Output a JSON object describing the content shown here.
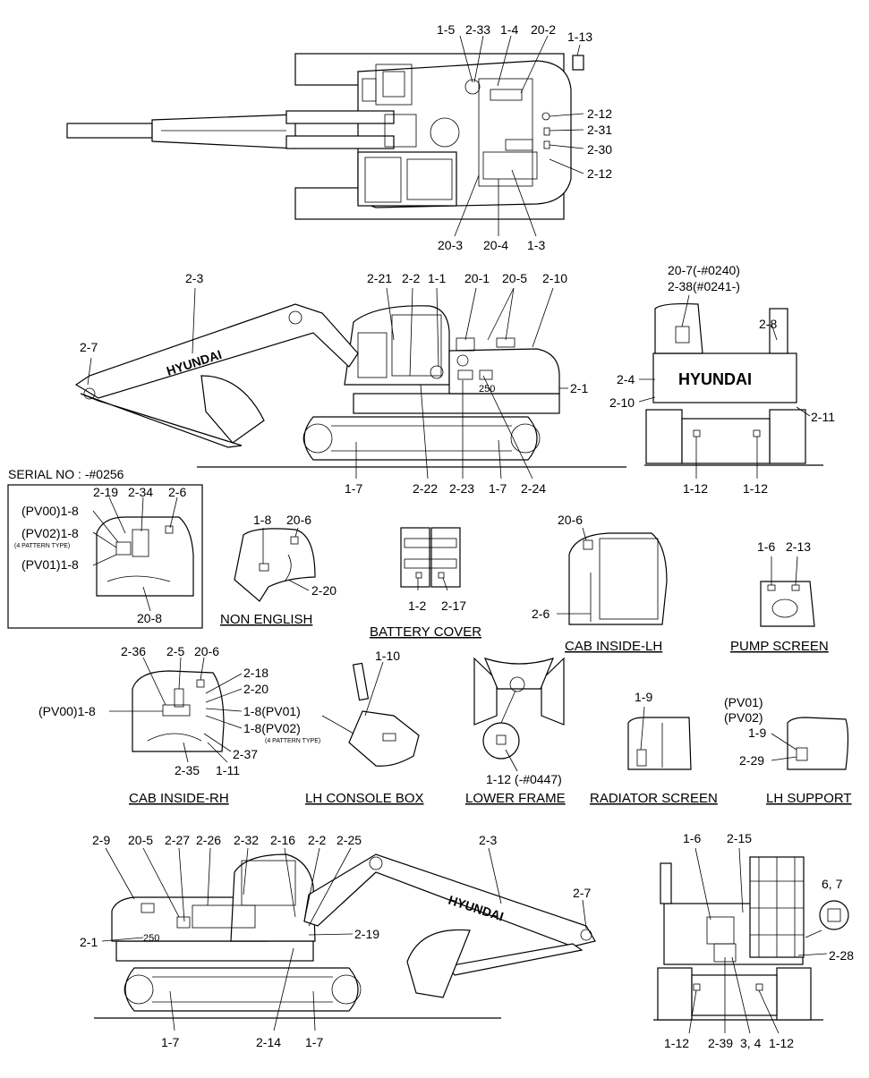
{
  "top_view": {
    "labels": {
      "l_1_5": "1-5",
      "l_2_33": "2-33",
      "l_1_4": "1-4",
      "l_20_2": "20-2",
      "l_1_13": "1-13",
      "l_2_12a": "2-12",
      "l_2_31": "2-31",
      "l_2_30": "2-30",
      "l_2_12b": "2-12",
      "l_20_3": "20-3",
      "l_20_4": "20-4",
      "l_1_3": "1-3"
    }
  },
  "side_view_lh": {
    "brand": "HYUNDAI",
    "model": "250",
    "labels": {
      "l_2_3": "2-3",
      "l_2_7": "2-7",
      "l_2_21": "2-21",
      "l_2_2": "2-2",
      "l_1_1": "1-1",
      "l_20_1": "20-1",
      "l_20_5": "20-5",
      "l_2_10": "2-10",
      "l_2_1": "2-1",
      "l_1_7a": "1-7",
      "l_2_22": "2-22",
      "l_2_23": "2-23",
      "l_1_7b": "1-7",
      "l_2_24": "2-24"
    }
  },
  "rear_view": {
    "brand": "HYUNDAI",
    "labels": {
      "l_20_7": "20-7(-#0240)",
      "l_2_38": "2-38(#0241-)",
      "l_2_8": "2-8",
      "l_2_4": "2-4",
      "l_2_10": "2-10",
      "l_2_11": "2-11",
      "l_1_12a": "1-12",
      "l_1_12b": "1-12"
    }
  },
  "serial_box": {
    "title": "SERIAL NO : -#0256",
    "labels": {
      "l_2_19": "2-19",
      "l_2_34": "2-34",
      "l_2_6": "2-6",
      "l_pv00": "(PV00)1-8",
      "l_pv02": "(PV02)1-8",
      "l_pattern": "(4 PATTERN TYPE)",
      "l_pv01": "(PV01)1-8",
      "l_20_8": "20-8"
    }
  },
  "non_english": {
    "caption": "NON ENGLISH",
    "labels": {
      "l_1_8": "1-8",
      "l_20_6": "20-6",
      "l_2_20": "2-20"
    }
  },
  "battery_cover": {
    "caption": "BATTERY COVER",
    "labels": {
      "l_1_2": "1-2",
      "l_2_17": "2-17"
    }
  },
  "cab_inside_lh": {
    "caption": "CAB INSIDE-LH",
    "labels": {
      "l_20_6": "20-6",
      "l_2_6": "2-6"
    }
  },
  "pump_screen": {
    "caption": "PUMP SCREEN",
    "labels": {
      "l_1_6": "1-6",
      "l_2_13": "2-13"
    }
  },
  "cab_inside_rh": {
    "caption": "CAB INSIDE-RH",
    "labels": {
      "l_2_36": "2-36",
      "l_2_5": "2-5",
      "l_20_6": "20-6",
      "l_2_18": "2-18",
      "l_2_20": "2-20",
      "l_pv00": "(PV00)1-8",
      "l_pv01": "1-8(PV01)",
      "l_pv02": "1-8(PV02)",
      "l_pattern": "(4 PATTERN TYPE)",
      "l_2_37": "2-37",
      "l_2_35": "2-35",
      "l_1_11": "1-11"
    }
  },
  "lh_console": {
    "caption": "LH CONSOLE BOX",
    "labels": {
      "l_1_10": "1-10"
    }
  },
  "lower_frame": {
    "caption": "LOWER FRAME",
    "labels": {
      "l_1_12": "1-12 (-#0447)"
    }
  },
  "radiator_screen": {
    "caption": "RADIATOR SCREEN",
    "labels": {
      "l_1_9": "1-9"
    }
  },
  "lh_support": {
    "caption": "LH SUPPORT",
    "labels": {
      "l_pv01": "(PV01)",
      "l_pv02": "(PV02)",
      "l_1_9": "1-9",
      "l_2_29": "2-29"
    }
  },
  "side_view_rh": {
    "brand": "HYUNDAI",
    "model": "250",
    "labels": {
      "l_2_9": "2-9",
      "l_20_5": "20-5",
      "l_2_27": "2-27",
      "l_2_26": "2-26",
      "l_2_32": "2-32",
      "l_2_16": "2-16",
      "l_2_2": "2-2",
      "l_2_25": "2-25",
      "l_2_3": "2-3",
      "l_2_7": "2-7",
      "l_2_1": "2-1",
      "l_2_19": "2-19",
      "l_1_7a": "1-7",
      "l_2_14": "2-14",
      "l_1_7b": "1-7"
    }
  },
  "front_view": {
    "labels": {
      "l_1_6": "1-6",
      "l_2_15": "2-15",
      "l_6_7": "6, 7",
      "l_2_28": "2-28",
      "l_1_12a": "1-12",
      "l_2_39": "2-39",
      "l_3_4": "3, 4",
      "l_1_12b": "1-12"
    }
  }
}
